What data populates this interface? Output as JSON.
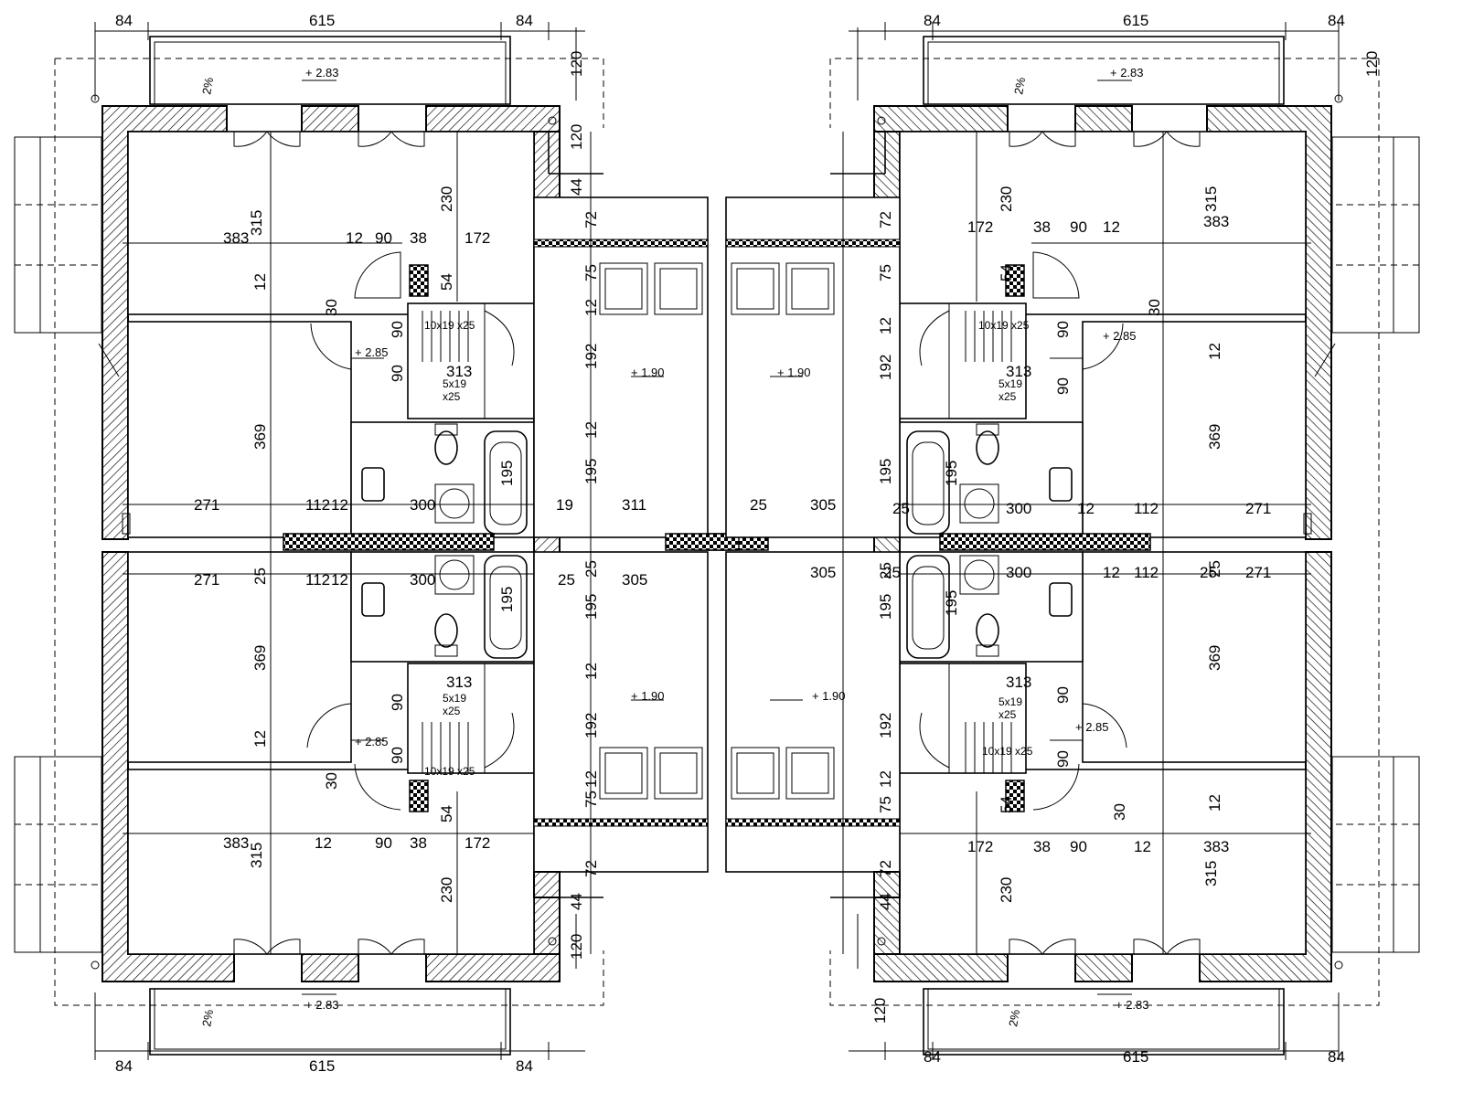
{
  "plan": {
    "dimensions": {
      "overall_top": [
        "84",
        "615",
        "84"
      ],
      "overall_bottom": [
        "84",
        "615",
        "84"
      ],
      "balcony_depth": "120",
      "entry_depth": "120",
      "entry_wall": "44",
      "room_top_width": "383",
      "room_top_depth": "315",
      "room_mid_width": "271",
      "room_mid_depth": "369",
      "wall_12": "12",
      "wall_25": "25",
      "wall_19": "19",
      "wall_30": "30",
      "hall_90": "90",
      "hall_38": "38",
      "hall_172": "172",
      "hall_230": "230",
      "hall_54": "54",
      "bath_112": "112",
      "bath_300": "300",
      "bath_195": "195",
      "stair_313": "313",
      "stair_90": "90",
      "garage_311": "311",
      "garage_305": "305",
      "garage_72": "72",
      "garage_75": "75",
      "garage_192": "192",
      "garage_195": "195"
    },
    "levels": {
      "balcony": "+ 2.83",
      "upper_floor": "+ 2.85",
      "garage": "+ 1.90",
      "slope": "2%"
    },
    "stairs": {
      "flight_main": "10x19  x25",
      "flight_small_1": "5x19",
      "flight_small_2": "x25"
    }
  }
}
